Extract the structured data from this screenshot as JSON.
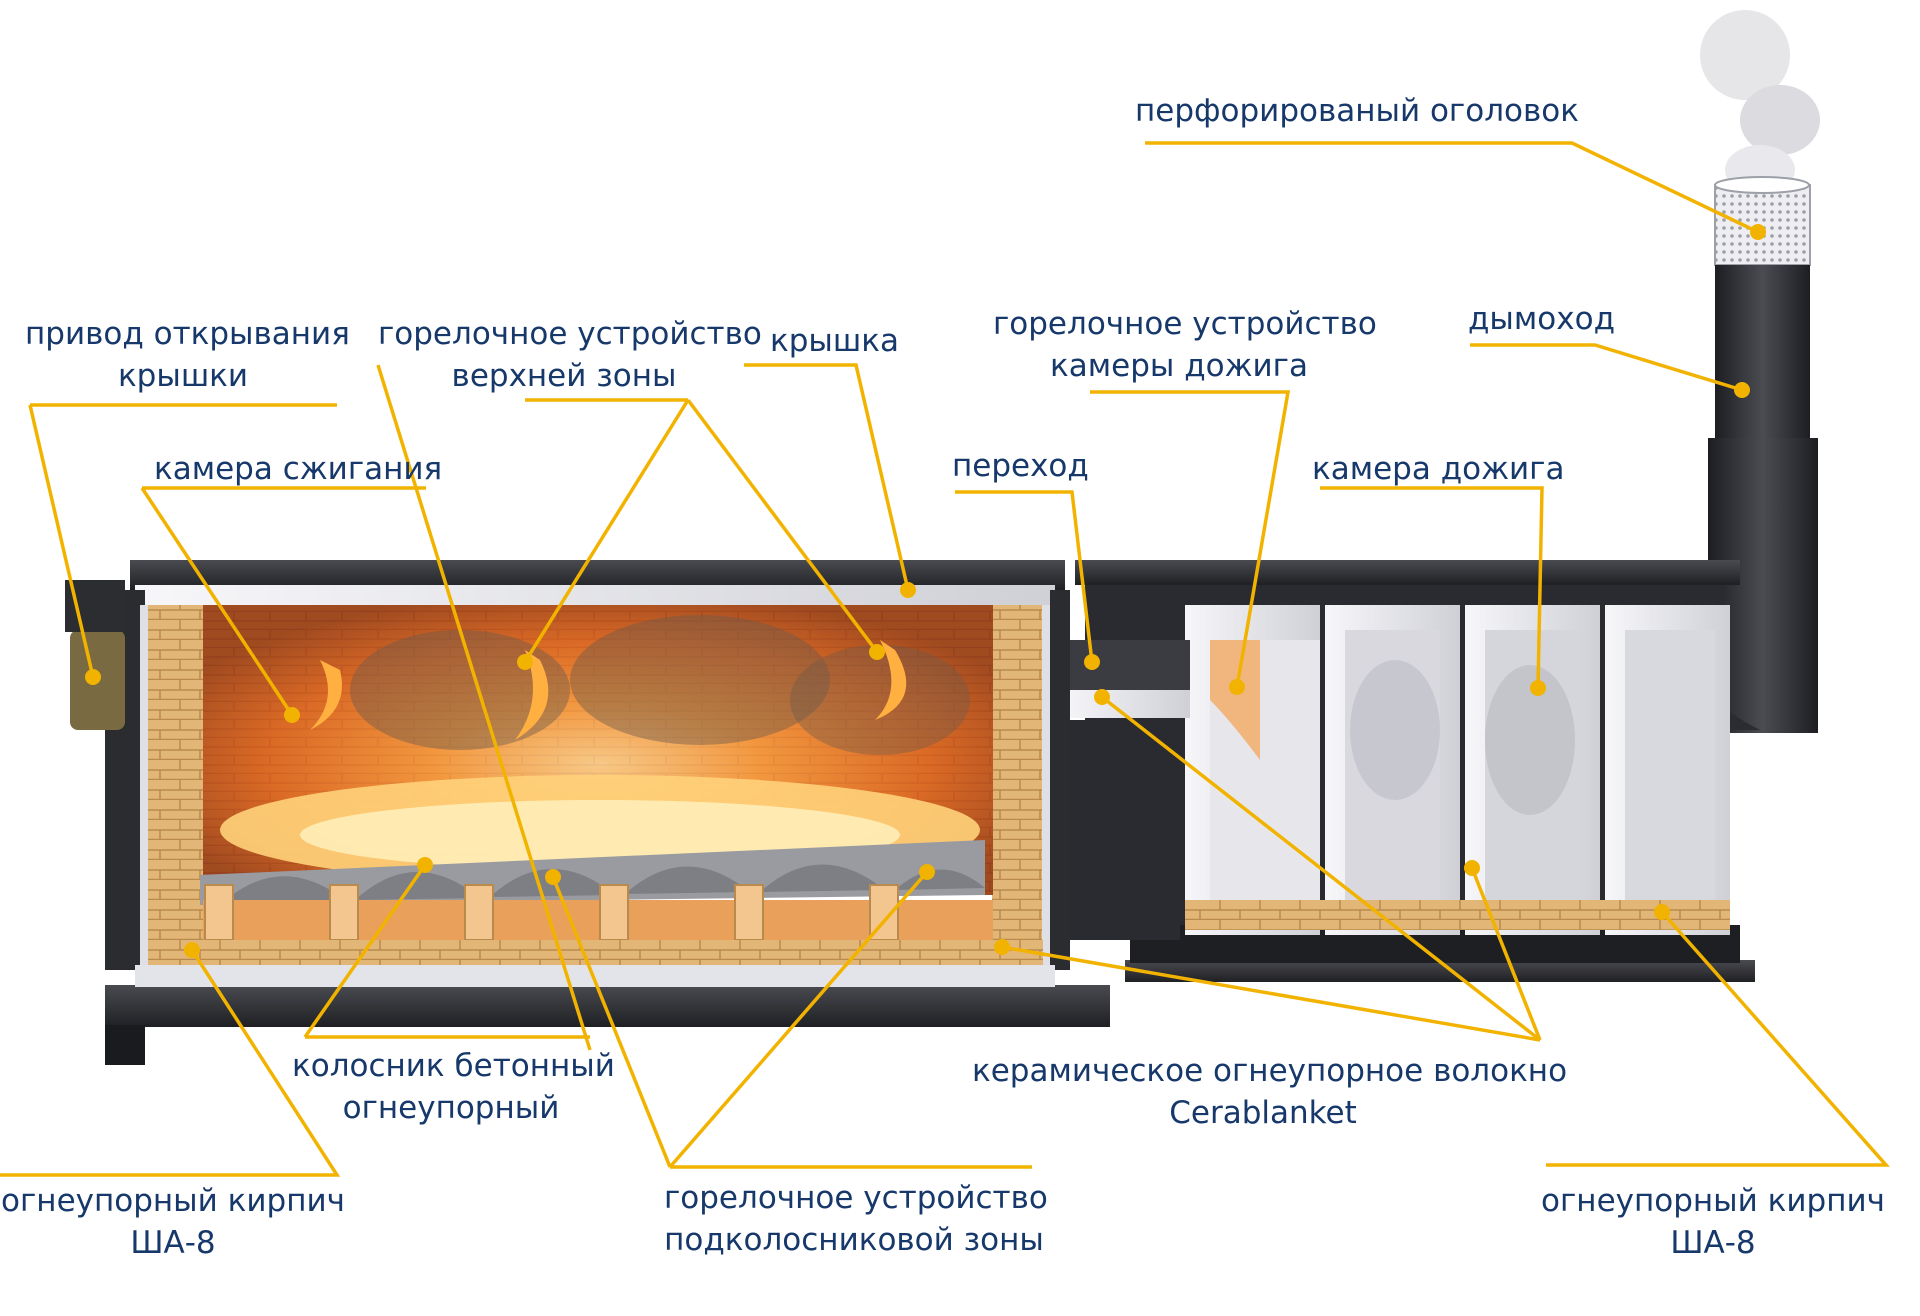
{
  "colors": {
    "label_text": "#16386a",
    "leader_line": "#f2b300",
    "steel": "#2e2f33",
    "fire": "#f07a1a",
    "brick": "#e5b97a",
    "fiber": "#ececf0"
  },
  "labels": {
    "chimney_cap": "перфорированый оголовок",
    "chimney": "дымоход",
    "lid_drive_1": "привод открывания",
    "lid_drive_2": "крышки",
    "upper_burner_1": "горелочное устройство",
    "upper_burner_2": "верхней зоны",
    "lid": "крышка",
    "afterburn_burner_1": "горелочное устройство",
    "afterburn_burner_2": "камеры дожига",
    "combustion_chamber": "камера сжигания",
    "transition": "переход",
    "afterburn_chamber": "камера дожига",
    "grate_1": "колосник бетонный",
    "grate_2": "огнеупорный",
    "ceramic_fiber_1": "керамическое огнеупорное волокно",
    "ceramic_fiber_2": "Cerablanket",
    "brick_left_1": "огнеупорный кирпич",
    "brick_left_2": "ША-8",
    "subgrate_burner_1": "горелочное устройство",
    "subgrate_burner_2": "подколосниковой зоны",
    "brick_right_1": "огнеупорный кирпич",
    "brick_right_2": "ША-8"
  }
}
